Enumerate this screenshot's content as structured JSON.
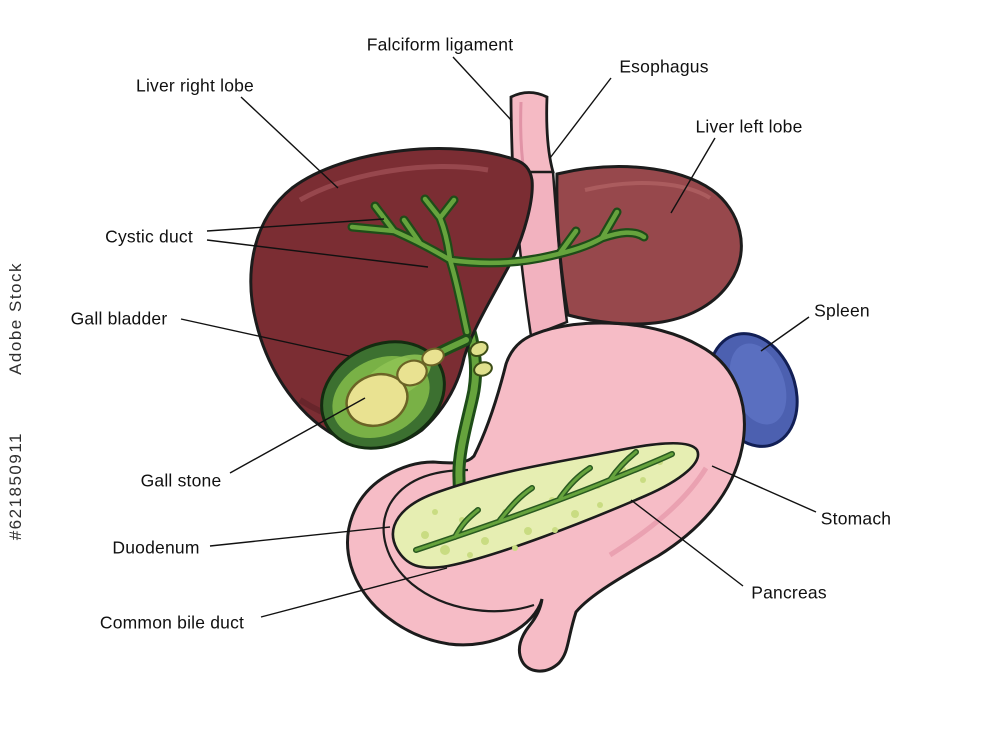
{
  "watermark": {
    "brand": "Adobe Stock",
    "stock_id": "#621850911"
  },
  "labels": {
    "falciform_ligament": "Falciform ligament",
    "esophagus": "Esophagus",
    "liver_right_lobe": "Liver right lobe",
    "liver_left_lobe": "Liver left lobe",
    "cystic_duct": "Cystic duct",
    "gall_bladder": "Gall bladder",
    "spleen": "Spleen",
    "gall_stone": "Gall stone",
    "stomach": "Stomach",
    "duodenum": "Duodenum",
    "pancreas": "Pancreas",
    "common_bile_duct": "Common bile duct"
  },
  "colors": {
    "liver_right": "#7b2d33",
    "liver_left": "#97484c",
    "esophagus_pink": "#f5bac4",
    "falciform_pink": "#f2b2bf",
    "stomach_pink": "#f6bcc6",
    "pancreas": "#e6eeb2",
    "pancreas_speckle": "#c9dc82",
    "duct_green": "#66a33d",
    "duct_outline": "#1e4d18",
    "gallbladder_dark": "#3c7030",
    "gallbladder_light": "#79b146",
    "gallstone_yellow": "#e9e291",
    "spleen_blue": "#4c60b0",
    "outline": "#1c1c1c"
  }
}
